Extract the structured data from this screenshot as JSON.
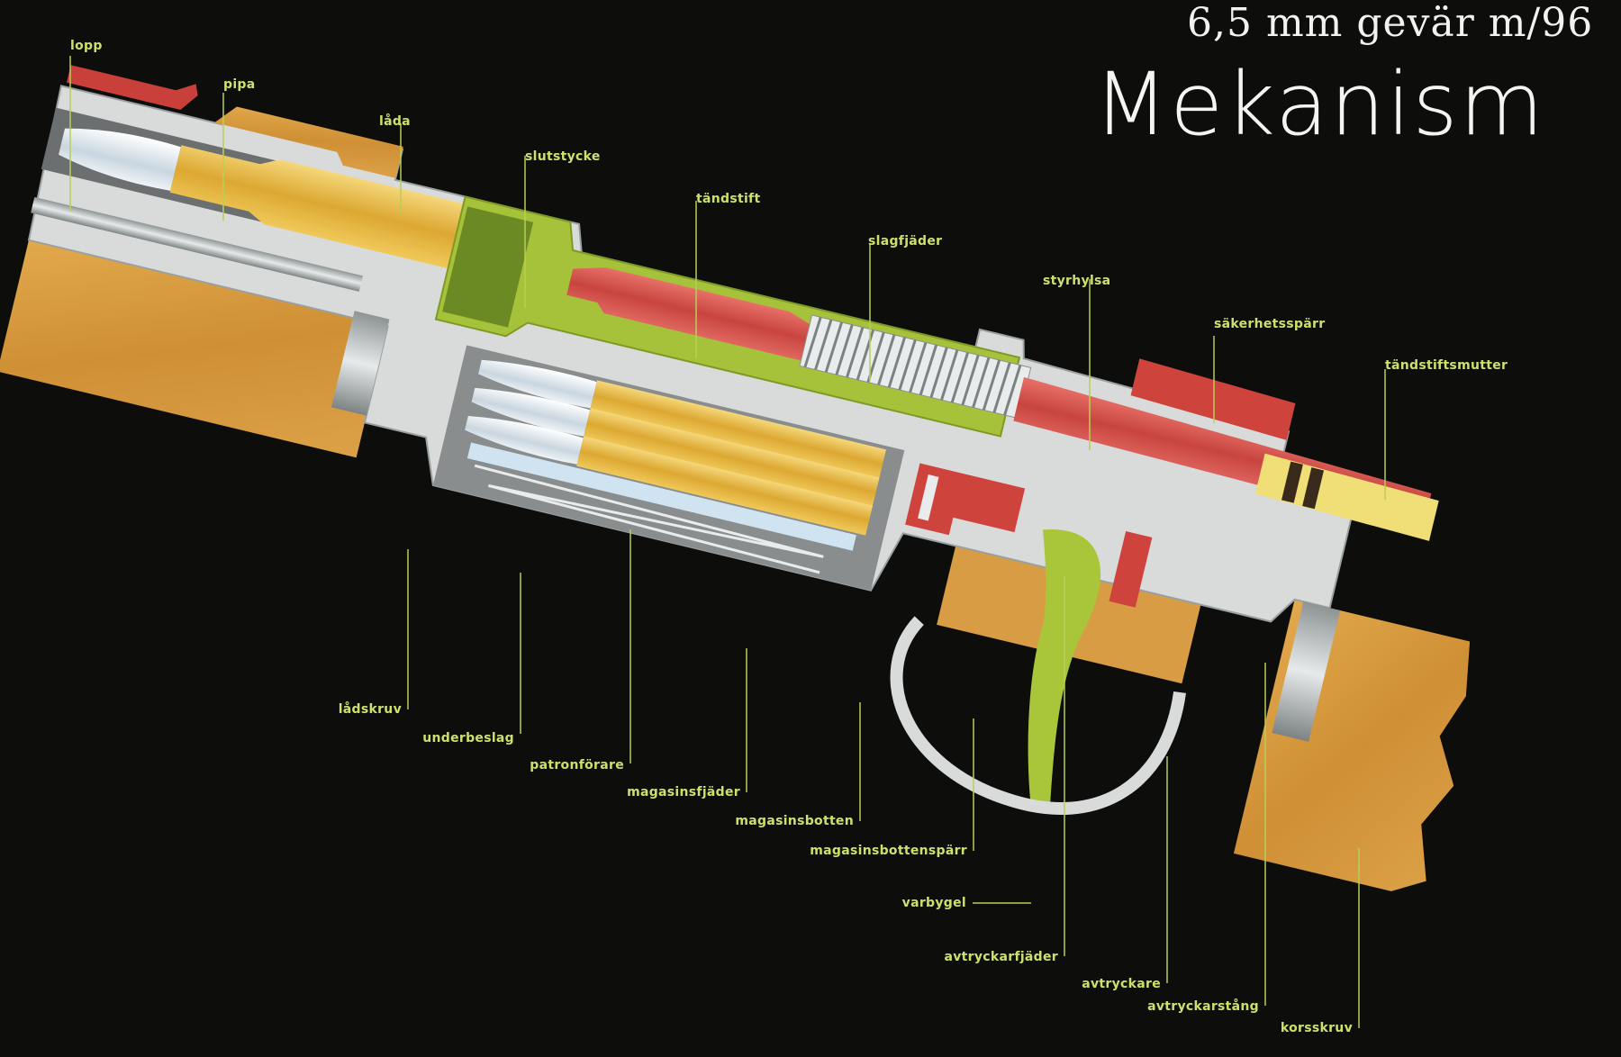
{
  "header": {
    "subtitle": "6,5 mm gevär m/96",
    "title": "Mekanism"
  },
  "colors": {
    "background": "#0d0d0c",
    "label": "#cfe06a",
    "leader": "#b7cf55",
    "steel": "#d6d8d8",
    "wood": "#d49a3e",
    "brass": "#e3b544",
    "bolt_green": "#a9c63b",
    "red_part": "#d14a43",
    "yellow_part": "#f0e07a"
  },
  "labels": {
    "lopp": "lopp",
    "pipa": "pipa",
    "lada": "låda",
    "slutstycke": "slutstycke",
    "tandstift": "tändstift",
    "slagfjader": "slagfjäder",
    "styrhylsa": "styrhylsa",
    "sakerhetssparr": "säkerhetsspärr",
    "tandstiftsmutter": "tändstiftsmutter",
    "ladskruv": "lådskruv",
    "underbeslag": "underbeslag",
    "patronforare": "patronförare",
    "magasinsfjader": "magasinsfjäder",
    "magasinsbotten": "magasinsbotten",
    "magasinsbottenspärr": "magasinsbottenspärr",
    "varbygel": "varbygel",
    "avtryckarfjader": "avtryckarfjäder",
    "avtryckare": "avtryckare",
    "avtryckarstang": "avtryckarstång",
    "korsskruv": "korsskruv"
  }
}
